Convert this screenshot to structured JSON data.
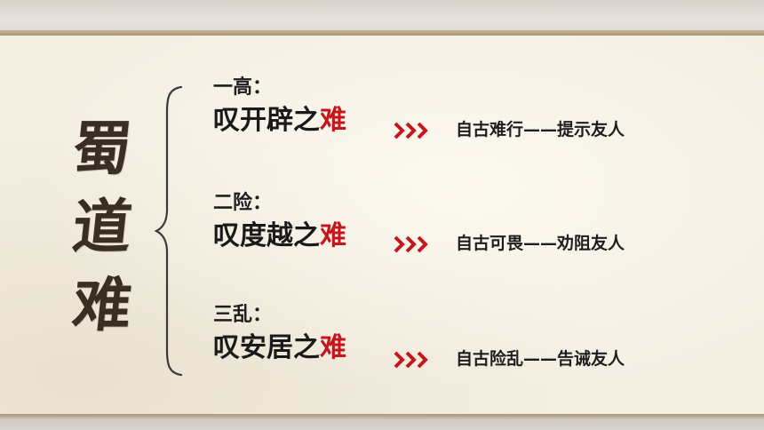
{
  "title_chars": [
    "蜀",
    "道",
    "难"
  ],
  "rows": [
    {
      "label": "一高：",
      "phrase_main": "叹开辟之",
      "phrase_em": "难",
      "result": "自古难行——提示友人"
    },
    {
      "label": "二险：",
      "phrase_main": "叹度越之",
      "phrase_em": "难",
      "result": "自古可畏——劝阻友人"
    },
    {
      "label": "三乱：",
      "phrase_main": "叹安居之",
      "phrase_em": "难",
      "result": "自古险乱——告诫友人"
    }
  ],
  "colors": {
    "accent_red": "#c4161c",
    "title_ink": "#3a2e24",
    "paper": "#f4efe3"
  },
  "icons": {
    "arrow": "triple-chevron-right-icon",
    "brace": "left-curly-brace"
  }
}
